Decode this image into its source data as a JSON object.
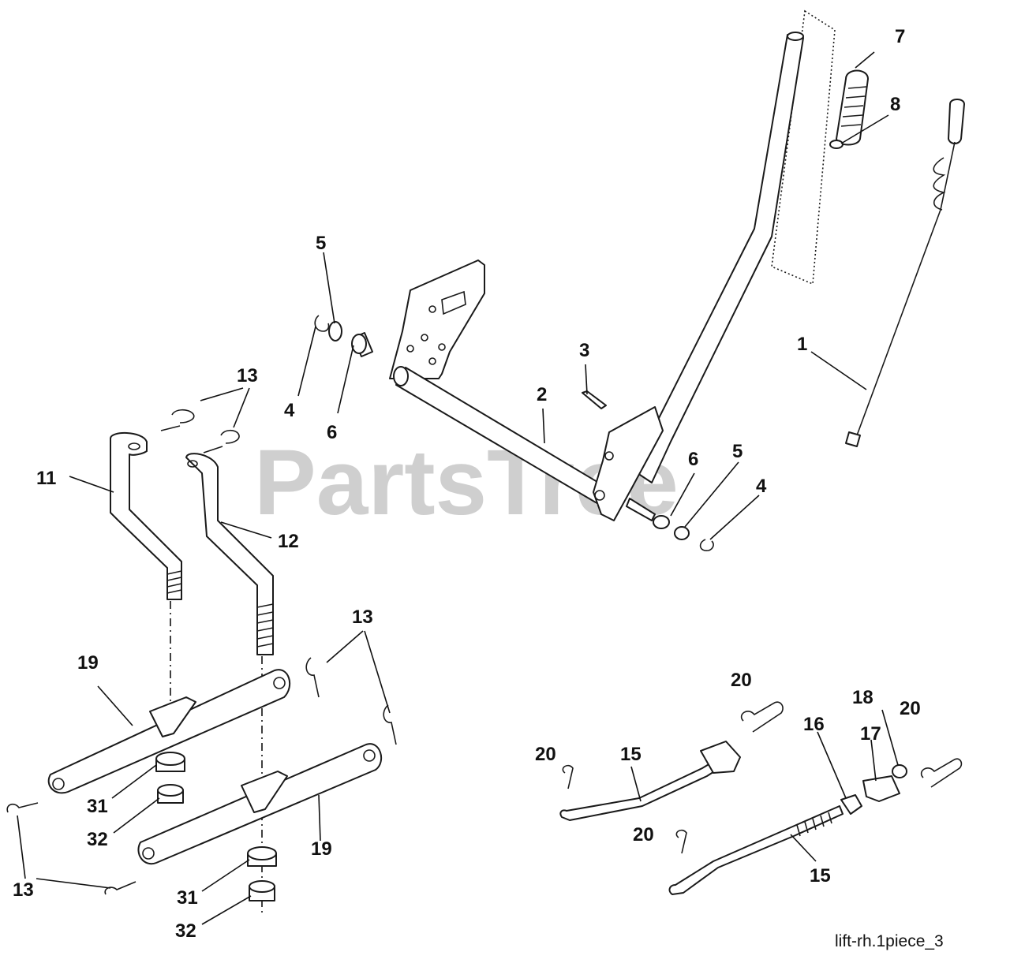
{
  "watermark": "PartsTree",
  "reference_code": "lift-rh.1piece_3",
  "callouts": {
    "c1": "1",
    "c2": "2",
    "c3": "3",
    "c4a": "4",
    "c4b": "4",
    "c5a": "5",
    "c5b": "5",
    "c6a": "6",
    "c6b": "6",
    "c7": "7",
    "c8": "8",
    "c11": "11",
    "c12": "12",
    "c13a": "13",
    "c13b": "13",
    "c13c": "13",
    "c15a": "15",
    "c15b": "15",
    "c16": "16",
    "c17": "17",
    "c18": "18",
    "c19a": "19",
    "c19b": "19",
    "c20a": "20",
    "c20b": "20",
    "c20c": "20",
    "c20d": "20",
    "c31a": "31",
    "c31b": "31",
    "c32a": "32",
    "c32b": "32"
  }
}
